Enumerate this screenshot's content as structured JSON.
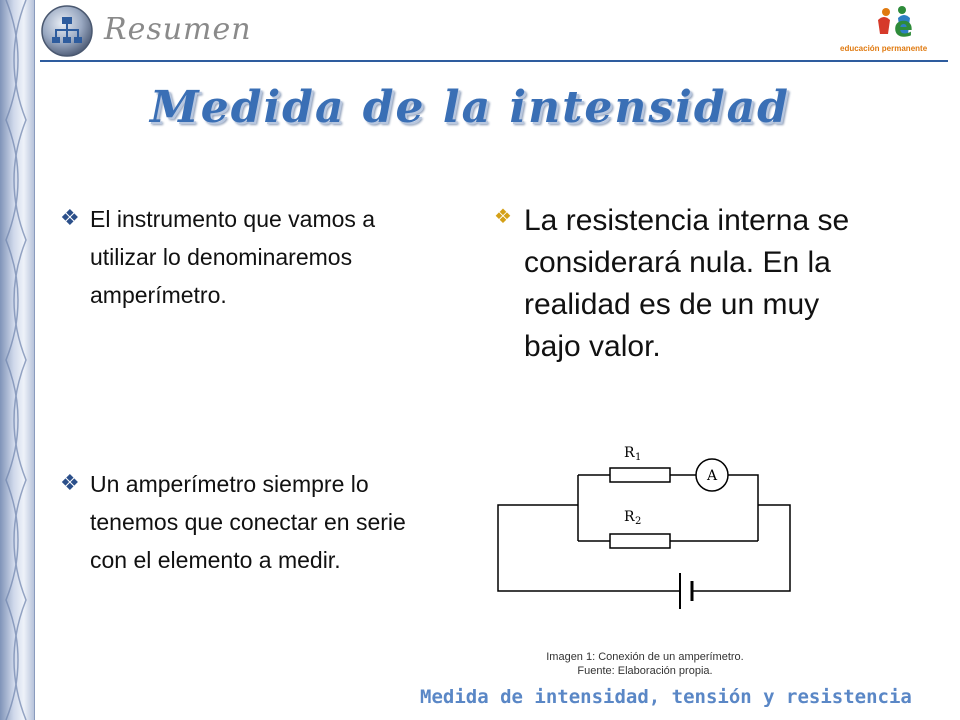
{
  "header": {
    "title": "Resumen",
    "logo_text": "educación permanente",
    "logo_letter": "e"
  },
  "main_title": "Medida de la intensidad",
  "bullets": {
    "b1": "El instrumento que vamos a utilizar lo denominaremos amperímetro.",
    "b2": "Un amperímetro siempre lo tenemos que conectar en serie con el elemento a medir.",
    "b3": "La resistencia interna se considerará nula. En la realidad es de un muy bajo valor."
  },
  "circuit": {
    "r1": "R",
    "r1_sub": "1",
    "r2": "R",
    "r2_sub": "2",
    "meter": "A"
  },
  "caption": {
    "line1": "Imagen 1: Conexión de un amperímetro.",
    "line2": "Fuente: Elaboración propia."
  },
  "footer": "Medida de intensidad, tensión y resistencia",
  "colors": {
    "accent": "#3a6fb5",
    "footer": "#5a87c6",
    "bullet_gold": "#d4a017"
  }
}
